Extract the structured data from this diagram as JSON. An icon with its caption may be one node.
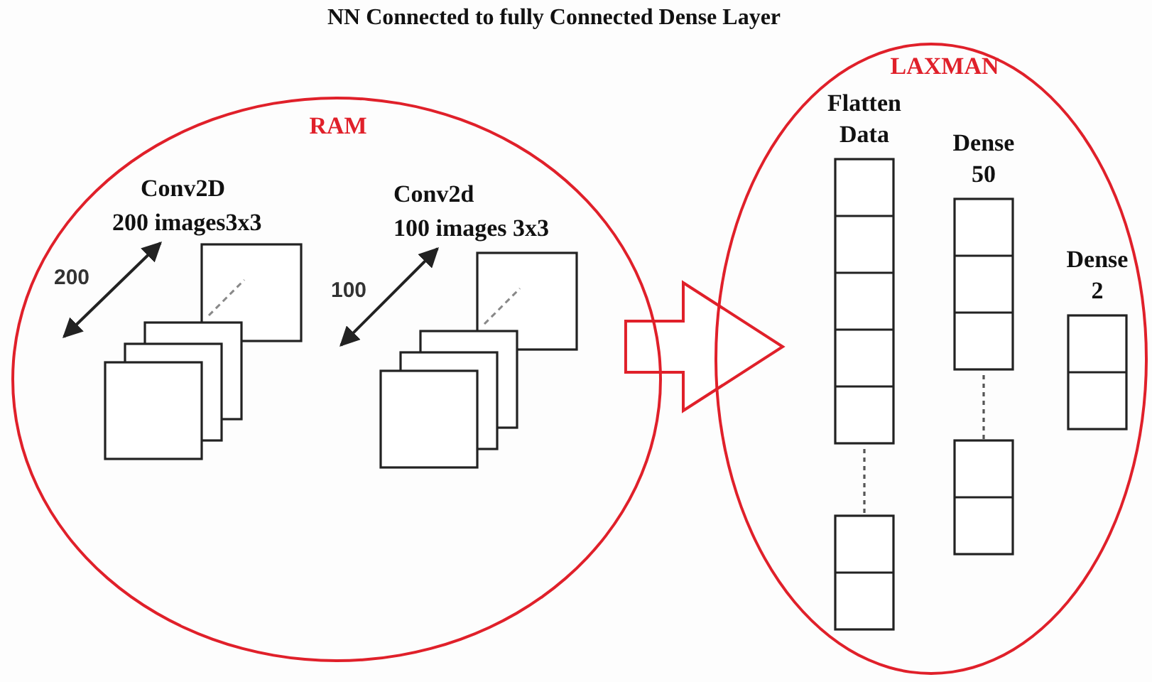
{
  "diagram": {
    "title": "NN Connected to fully Connected Dense Layer",
    "nodes": [
      {
        "text": [
          "RAM"
        ]
      },
      {
        "text": [
          "LAXMAN"
        ]
      },
      {
        "text": [
          "Conv2D",
          "200 images3x3"
        ],
        "in": 0
      },
      {
        "text": [
          "Conv2d",
          "100 images 3x3"
        ],
        "in": 0
      },
      {
        "text": [
          "Flatten Data"
        ],
        "in": 1
      },
      {
        "text": [
          "Dense 50"
        ],
        "in": 1
      },
      {
        "text": [
          "Dense 2"
        ],
        "in": 1
      }
    ],
    "edges": [
      {
        "from": 0,
        "to": 1,
        "arrow": "to"
      }
    ],
    "labels": [
      "200",
      "100"
    ]
  }
}
